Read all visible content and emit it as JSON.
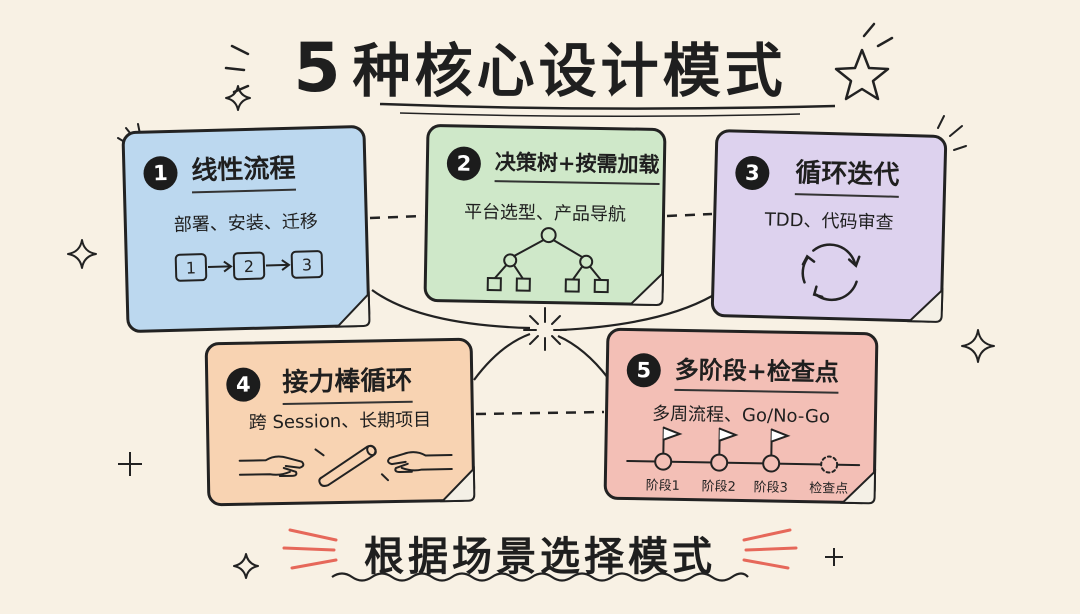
{
  "title": {
    "number": "5",
    "text": "种核心设计模式"
  },
  "bottom_text": "根据场景选择模式",
  "colors": {
    "card1": "#bcd8ef",
    "card2": "#cfe8c9",
    "card3": "#ddd2ee",
    "card4": "#f8d3b2",
    "card5": "#f3bfb6",
    "ink": "#1f1f1f",
    "accent_red": "#e6685a"
  },
  "cards": [
    {
      "num": "1",
      "title": "线性流程",
      "subtitle": "部署、安装、迁移",
      "steps": [
        "1",
        "2",
        "3"
      ],
      "icon": "numbered-steps-arrows"
    },
    {
      "num": "2",
      "title": "决策树+按需加载",
      "subtitle": "平台选型、产品导航",
      "icon": "decision-tree"
    },
    {
      "num": "3",
      "title": "循环迭代",
      "subtitle": "TDD、代码审查",
      "icon": "cycle-arrows"
    },
    {
      "num": "4",
      "title": "接力棒循环",
      "subtitle": "跨 Session、长期项目",
      "icon": "relay-baton-hands"
    },
    {
      "num": "5",
      "title": "多阶段+检查点",
      "subtitle": "多周流程、Go/No-Go",
      "stages": [
        "阶段1",
        "阶段2",
        "阶段3",
        "检查点"
      ],
      "icon": "flag-timeline"
    }
  ]
}
